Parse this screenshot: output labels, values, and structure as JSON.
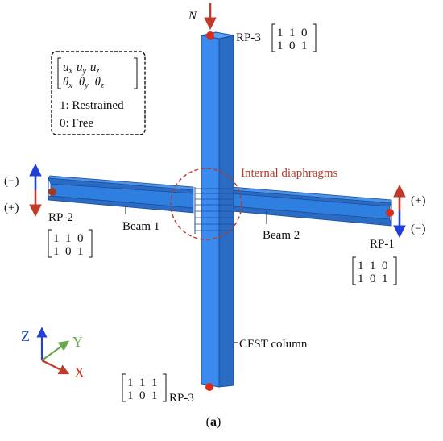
{
  "diagram": {
    "caption_open": "(",
    "caption_letter": "a",
    "caption_close": ")",
    "load_label": "N",
    "internal_diaphragms_label": "Internal diaphragms",
    "beam1_label": "Beam 1",
    "beam2_label": "Beam 2",
    "column_label": "CFST column",
    "legend": {
      "row1": [
        "u",
        "x",
        "u",
        "y",
        "u",
        "z"
      ],
      "row2": [
        "θ",
        "x",
        "θ",
        "y",
        "θ",
        "z"
      ],
      "restrained_text": "1: Restrained",
      "free_text": "0: Free"
    },
    "rp3_top": {
      "label": "RP-3",
      "row1": "1  1  0",
      "row2": "1  0  1"
    },
    "rp2": {
      "label": "RP-2",
      "row1": "1  1  0",
      "row2": "1  0  1",
      "sign_top": "(−)",
      "sign_bottom": "(+)"
    },
    "rp1": {
      "label": "RP-1",
      "row1": "1  1  0",
      "row2": "1  0  1",
      "sign_top": "(+)",
      "sign_bottom": "(−)"
    },
    "rp3_bottom": {
      "label": "RP-3",
      "row1": "1  1  1",
      "row2": "1  0  1"
    },
    "axes": {
      "z": "Z",
      "y": "Y",
      "x": "X"
    },
    "colors": {
      "steel_blue": "#2f7fe0",
      "steel_dark": "#1f4e9c",
      "red": "#c0392b",
      "green": "#6aa84f",
      "blue_arrow": "#1f3fd8"
    }
  }
}
